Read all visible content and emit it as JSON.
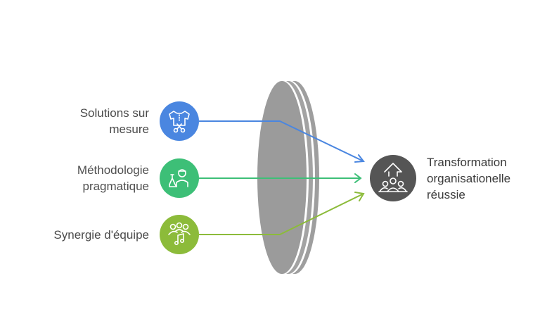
{
  "inputs": [
    {
      "label_lines": [
        "Solutions sur",
        "mesure"
      ],
      "icon": "tailored-shirt-scissors-icon",
      "color": "#4a86e0"
    },
    {
      "label_lines": [
        "Méthodologie",
        "pragmatique"
      ],
      "icon": "scientist-flask-icon",
      "color": "#3dbf77"
    },
    {
      "label_lines": [
        "Synergie d'équipe"
      ],
      "icon": "team-music-icon",
      "color": "#8cbb3a"
    }
  ],
  "output": {
    "label_lines": [
      "Transformation",
      "organisationelle",
      "réussie"
    ],
    "icon": "growth-team-arrow-icon",
    "color": "#555555"
  },
  "lens": {
    "color": "#9e9e9e"
  }
}
